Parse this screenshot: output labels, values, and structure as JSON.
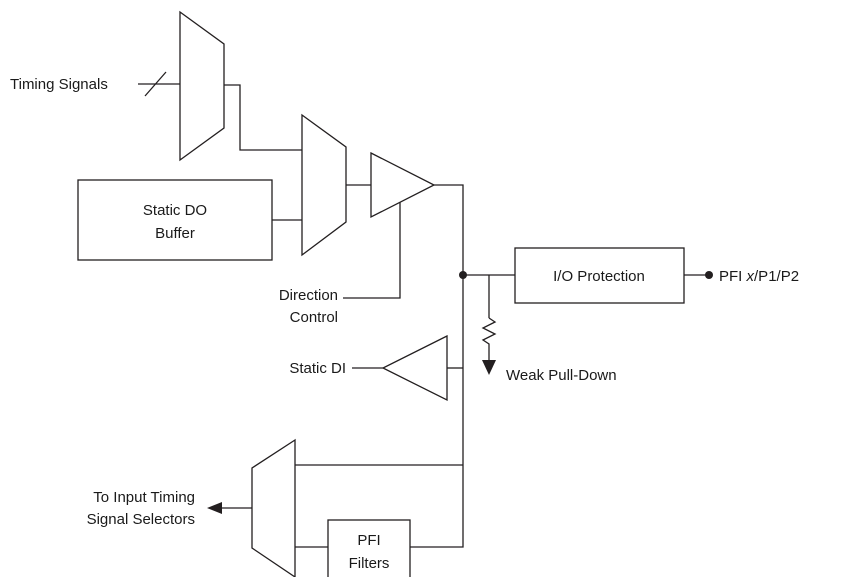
{
  "labels": {
    "timing_signals": "Timing Signals",
    "static_do_buffer_line1": "Static DO",
    "static_do_buffer_line2": "Buffer",
    "direction_control_line1": "Direction",
    "direction_control_line2": "Control",
    "io_protection": "I/O Protection",
    "pfi_output_prefix": "PFI ",
    "pfi_output_italic": "x",
    "pfi_output_suffix": "/P1/P2",
    "weak_pull_down": "Weak Pull-Down",
    "static_di": "Static DI",
    "to_input_line1": "To Input Timing",
    "to_input_line2": "Signal Selectors",
    "pfi_filters_line1": "PFI",
    "pfi_filters_line2": "Filters"
  }
}
